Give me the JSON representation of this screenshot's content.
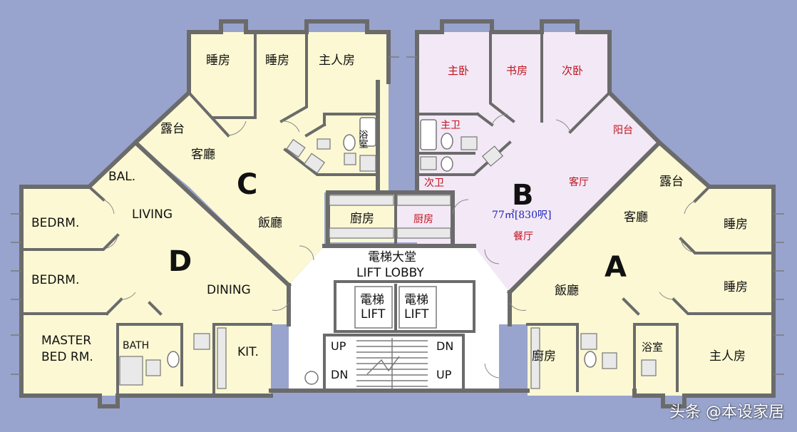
{
  "colors": {
    "background": "#98a4cd",
    "unit_fill": "#fbf8d3",
    "unit_b_fill": "#f3e8f6",
    "lobby_fill": "#ffffff",
    "wall": "#6b6b6b",
    "label_red": "#c0121b",
    "label_blue": "#1a23b7"
  },
  "units": {
    "a": "A",
    "b": "B",
    "c": "C",
    "d": "D"
  },
  "rooms": {
    "c_bed1": "睡房",
    "c_bed2": "睡房",
    "c_master": "主人房",
    "c_bath": "浴室",
    "c_terrace": "露台",
    "c_living": "客廳",
    "c_dining": "飯廳",
    "c_kitchen": "廚房",
    "b_master": "主卧",
    "b_study": "书房",
    "b_second": "次卧",
    "b_master_bath": "主卫",
    "b_second_bath": "次卫",
    "b_balcony": "阳台",
    "b_living": "客厅",
    "b_kitchen": "厨房",
    "b_area": "77㎡[830呎]",
    "b_dining": "餐厅",
    "a_terrace": "露台",
    "a_living": "客廳",
    "a_bed1": "睡房",
    "a_bed2": "睡房",
    "a_dining": "飯廳",
    "a_kitchen": "廚房",
    "a_bath": "浴室",
    "a_master": "主人房",
    "d_bal": "BAL.",
    "d_living": "LIVING",
    "d_bed1": "BEDRM.",
    "d_bed2": "BEDRM.",
    "d_dining": "DINING",
    "d_master_line1": "MASTER",
    "d_master_line2": "BED RM.",
    "d_bath": "BATH",
    "d_kit": "KIT."
  },
  "core": {
    "lobby_cn": "電梯大堂",
    "lobby_en": "LIFT LOBBY",
    "lift1_cn": "電梯",
    "lift1_en": "LIFT",
    "lift2_cn": "電梯",
    "lift2_en": "LIFT",
    "stair_up_1": "UP",
    "stair_dn_1": "DN",
    "stair_dn_2": "DN",
    "stair_up_2": "UP"
  },
  "watermark": "头条 @本设家居"
}
